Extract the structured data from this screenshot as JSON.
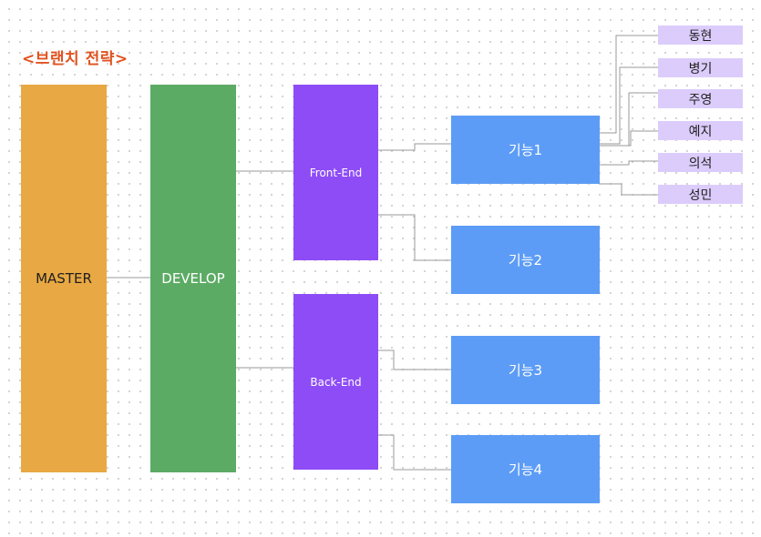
{
  "title": "<브랜치 전략>",
  "nodes": {
    "master": "MASTER",
    "develop": "DEVELOP",
    "frontend": "Front-End",
    "backend": "Back-End",
    "features": [
      "기능1",
      "기능2",
      "기능3",
      "기능4"
    ],
    "members": [
      "동현",
      "병기",
      "주영",
      "예지",
      "의석",
      "성민"
    ]
  },
  "colors": {
    "title": "#E0521F",
    "master": "#E8A843",
    "develop": "#5CAB64",
    "team": "#8E4CF6",
    "feature": "#5C9CF6",
    "member": "#DCCCFB",
    "connector": "#9a9a9a"
  }
}
